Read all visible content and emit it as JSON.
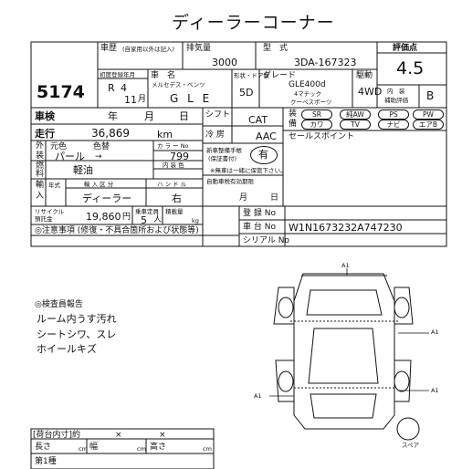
{
  "header": {
    "title": "ディーラーコーナー"
  },
  "lot": {
    "number": "5174"
  },
  "history": {
    "label": "車歴",
    "note": "(自家用以外は記入)"
  },
  "displacement": {
    "label": "排気量",
    "value": "3000"
  },
  "model_type": {
    "label": "型　式",
    "value": "3DA-167323"
  },
  "score": {
    "label": "評価点",
    "value": "4.5"
  },
  "first_reg": {
    "label": "初度登録年月",
    "era": "R",
    "year": "4",
    "month": "11",
    "month_unit": "月"
  },
  "car_name": {
    "label": "車　名",
    "maker": "メルセデス・ベンツ",
    "name": "G L E"
  },
  "doors": {
    "label": "形状・ドア数",
    "value": "5D"
  },
  "grade": {
    "label": "グレード",
    "line1": "GLE400d",
    "line2": "4マチック",
    "line3": "クーペスポーツ"
  },
  "drive": {
    "label": "駆動",
    "value": "4WD"
  },
  "interior": {
    "label1": "内　装",
    "label2": "補助評価",
    "value": "B"
  },
  "inspection": {
    "label": "車検",
    "year_unit": "年",
    "month_unit": "月",
    "day_unit": "日"
  },
  "mileage": {
    "label": "走行",
    "value": "36,869",
    "unit": "km"
  },
  "color": {
    "label_a": "外",
    "label_b": "装",
    "label": "元色",
    "label2": "色替",
    "value": "パール",
    "arrow": "→",
    "code_label": "カ ラ ー No",
    "code": "799",
    "inner_label": "内 装 色"
  },
  "fuel": {
    "label_a": "燃",
    "label_b": "料",
    "value": "軽油"
  },
  "import": {
    "label_a": "輸",
    "label_b": "入",
    "sub_a": "年式",
    "label": "輸 入 区 分",
    "value": "ディーラー",
    "handle_label": "ハ ン ド ル",
    "handle": "右"
  },
  "recycle": {
    "label1": "リサイクル",
    "label2": "預託金",
    "value": "19,860",
    "unit": "円"
  },
  "capacity": {
    "label": "乗車定員",
    "value": "5",
    "unit": "人"
  },
  "load": {
    "label": "積載量",
    "unit": "kg"
  },
  "shift": {
    "label": "シフト",
    "value": "CAT"
  },
  "aircon": {
    "label": "冷 房",
    "value": "AAC"
  },
  "manual": {
    "label1": "新車整備手帳",
    "label2": "(保証書付)",
    "value": "有",
    "note": "※無車は一緒に保管下さい。"
  },
  "equipment": {
    "label_a": "装",
    "label_b": "備",
    "items": [
      "SR",
      "純AW",
      "PS",
      "PW",
      "カワ",
      "TV",
      "ナビ",
      "エアB"
    ]
  },
  "sales_point": {
    "label": "セールスポイント"
  },
  "tax": {
    "label": "自動車税有効期限",
    "month_unit": "月",
    "day_unit": "日"
  },
  "registration": {
    "label": "登 録 No"
  },
  "chassis": {
    "label": "車 台 No",
    "value": "W1N1673232A747230"
  },
  "serial": {
    "label": "シリアル No"
  },
  "notes": {
    "label": "◎注意事項 (修復・不具合箇所および状態等)"
  },
  "inspector": {
    "label": "◎検査員報告",
    "lines": [
      "ルーム内うす汚れ",
      "シートシワ、スレ",
      "ホイールキズ"
    ]
  },
  "diagram": {
    "marks": [
      "A1",
      "A1",
      "A1",
      "A1"
    ],
    "spare": "スペア"
  },
  "cargo": {
    "label": "[荷台内寸]約",
    "x1": "×",
    "x2": "×",
    "len": "長さ",
    "width": "幅",
    "height": "高さ",
    "unit": "cm"
  },
  "footer": {
    "text": "第1種"
  }
}
